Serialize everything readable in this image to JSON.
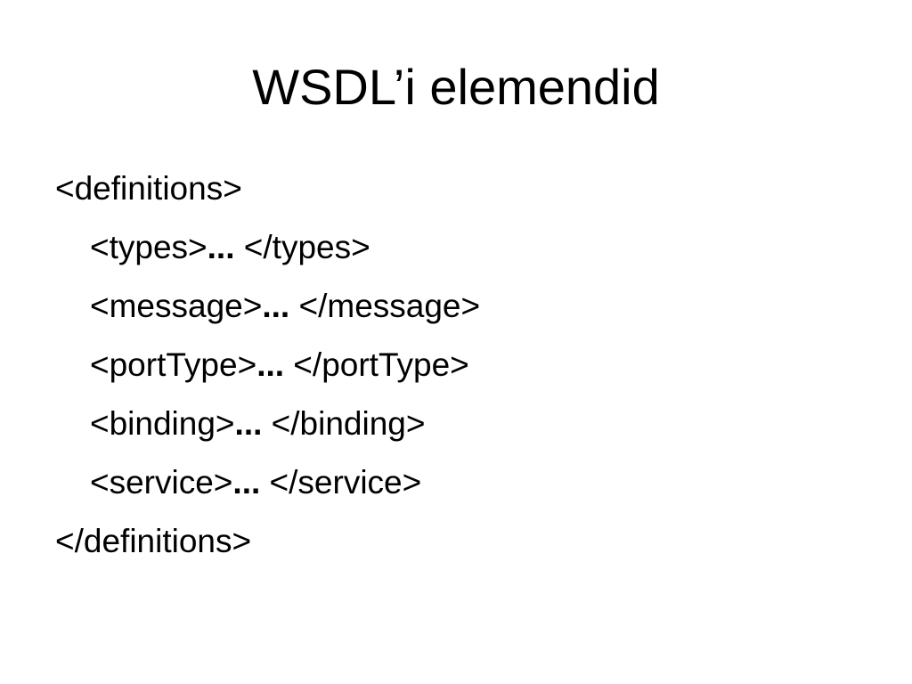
{
  "slide": {
    "title": "WSDL’i elemendid",
    "lines": [
      {
        "open": "<definitions>"
      },
      {
        "open": "<types>",
        "dots": "...",
        "close": " </types>"
      },
      {
        "open": "<message>",
        "dots": "...",
        "close": " </message>"
      },
      {
        "open": "<portType>",
        "dots": "...",
        "close": " </portType>"
      },
      {
        "open": "<binding>",
        "dots": "...",
        "close": " </binding>"
      },
      {
        "open": "<service>",
        "dots": "...",
        "close": " </service>"
      },
      {
        "open": "</definitions>"
      }
    ]
  }
}
